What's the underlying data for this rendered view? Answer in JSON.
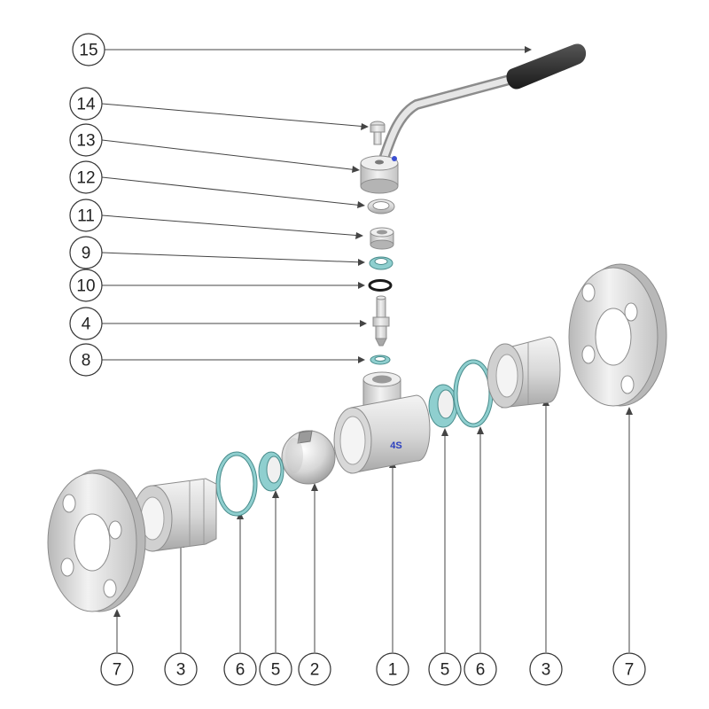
{
  "diagram": {
    "callouts_left": [
      "15",
      "14",
      "13",
      "12",
      "11",
      "9",
      "10",
      "4",
      "8"
    ],
    "callouts_bottom": [
      "7",
      "3",
      "6",
      "5",
      "2",
      "1",
      "5",
      "6",
      "3",
      "7"
    ],
    "brand_mark": "4S"
  },
  "colors": {
    "metal_light": "#eeeeee",
    "metal_mid": "#c8c8c8",
    "metal_dark": "#8c8c8c",
    "seal_teal": "#8fcfcf",
    "oring_black": "#1a1a1a",
    "grip_black": "#2a2a2a",
    "brand_blue": "#2a3fbf"
  }
}
